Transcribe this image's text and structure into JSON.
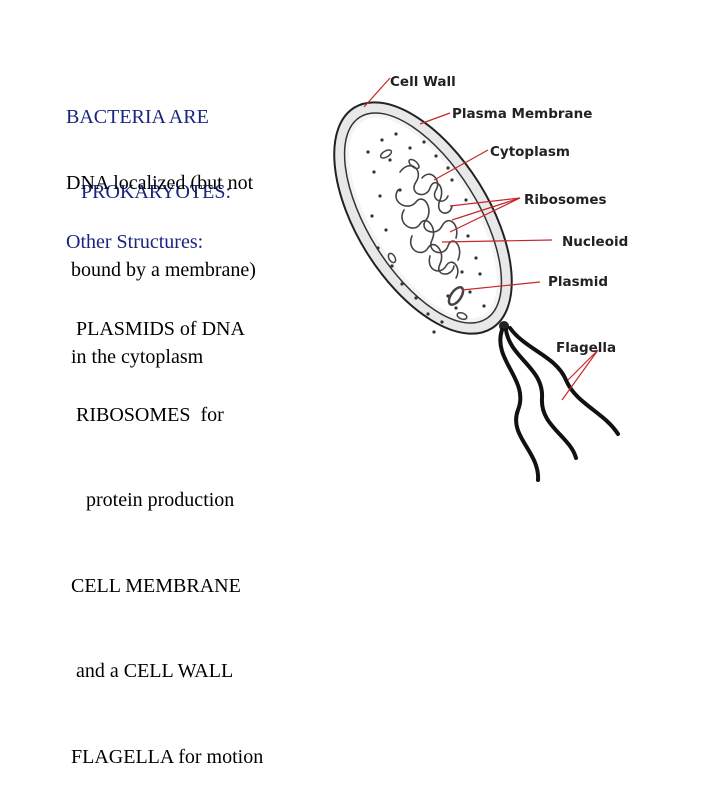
{
  "text": {
    "title_lines": [
      "BACTERIA ARE",
      "   PROKARYOTES:"
    ],
    "dna_lines": [
      "DNA localized (but not",
      " bound by a membrane)",
      " in the cytoplasm"
    ],
    "other_heading": "Other Structures:",
    "other_lines": [
      "  PLASMIDS of DNA",
      "  RIBOSOMES  for",
      "    protein production",
      " CELL MEMBRANE",
      "  and a CELL WALL",
      " FLAGELLA for motion"
    ]
  },
  "diagram": {
    "labels": {
      "cell_wall": "Cell Wall",
      "plasma_membrane": "Plasma Membrane",
      "cytoplasm": "Cytoplasm",
      "ribosomes": "Ribosomes",
      "nucleoid": "Nucleoid",
      "plasmid": "Plasmid",
      "flagella": "Flagella"
    },
    "colors": {
      "pointer": "#c62828",
      "outline": "#222222",
      "label": "#222222",
      "heading_text": "#1a237e"
    }
  }
}
